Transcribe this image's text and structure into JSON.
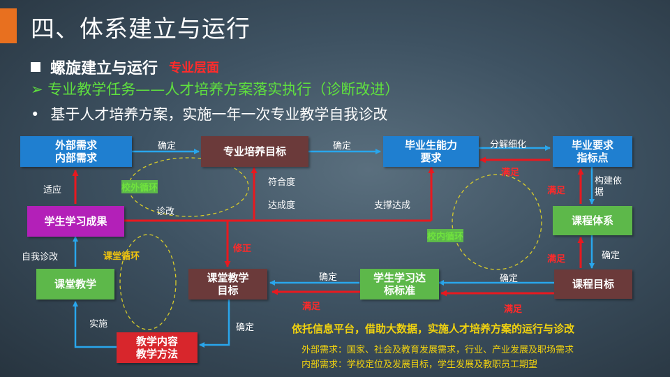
{
  "title": "四、体系建立与运行",
  "section": {
    "label": "螺旋建立与运行",
    "tag": "专业层面"
  },
  "subheading": "➢ 专业教学任务——人才培养方案落实执行（诊断改进）",
  "bullet": "基于人才培养方案，实施一年一次专业教学自我诊改",
  "nodes": {
    "external": "外部需求\n内部需求",
    "goal": "专业培养目标",
    "grad_ability": "毕业生能力\n要求",
    "grad_req": "毕业要求\n指标点",
    "outcome": "学生学习成果",
    "curriculum": "课程体系",
    "classroom": "课堂教学",
    "class_goal": "课堂教学\n目标",
    "standard": "学生学习达\n标标准",
    "course_goal": "课程目标",
    "content": "教学内容\n教学方法"
  },
  "edge_labels": {
    "confirm": "确定",
    "decompose": "分解细化",
    "build_basis": "构建依\n据",
    "satisfy": "满足",
    "adapt": "适应",
    "self_diag": "自我诊改",
    "diag": "诊改",
    "conformity": "符合度",
    "achievement": "达成度",
    "support": "支撑达成",
    "revise": "修正",
    "implement": "实施"
  },
  "cycles": {
    "outer": "校外循环",
    "inner": "校内循环",
    "classroom": "课堂循环"
  },
  "bottom": {
    "main": "依托信息平台，借助大数据，实施人才培养方案的运行与诊改",
    "external_note": "外部需求：国家、社会及教育发展需求，行业、产业发展及职场需求",
    "internal_note": "内部需求：学校定位及发展目标，学生发展及教职员工期望"
  }
}
